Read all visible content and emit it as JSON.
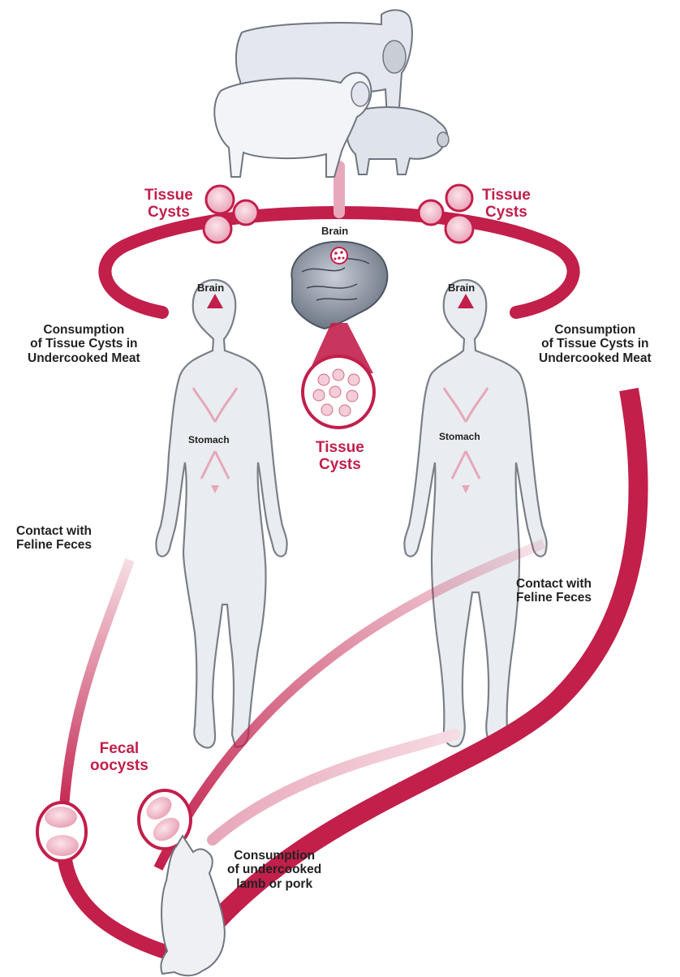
{
  "colors": {
    "accent": "#c21f4b",
    "accent_light": "#e8a8bb",
    "body_fill": "#e9ecf0",
    "body_stroke": "#7a8088",
    "cyst_fill": "#f4cdd8"
  },
  "labels": {
    "tissue_cysts_left": [
      "Tissue",
      "Cysts"
    ],
    "tissue_cysts_right": [
      "Tissue",
      "Cysts"
    ],
    "tissue_cysts_center": [
      "Tissue",
      "Cysts"
    ],
    "brain_top": "Brain",
    "brain_female": "Brain",
    "brain_male": "Brain",
    "stomach_female": "Stomach",
    "stomach_male": "Stomach",
    "consumption_left": [
      "Consumption",
      "of Tissue Cysts in",
      "Undercooked Meat"
    ],
    "consumption_right": [
      "Consumption",
      "of Tissue Cysts in",
      "Undercooked Meat"
    ],
    "contact_left": [
      "Contact with",
      "Feline Feces"
    ],
    "contact_right": [
      "Contact with",
      "Feline Feces"
    ],
    "fecal_oocysts": [
      "Fecal",
      "oocysts"
    ],
    "consumption_cat": [
      "Consumption",
      "of undercooked",
      "lamb or pork"
    ]
  },
  "icons": {
    "livestock": "cow-sheep-pig-icon",
    "brain": "brain-icon",
    "cat": "cat-icon",
    "female": "female-body-icon",
    "male": "male-body-icon"
  }
}
